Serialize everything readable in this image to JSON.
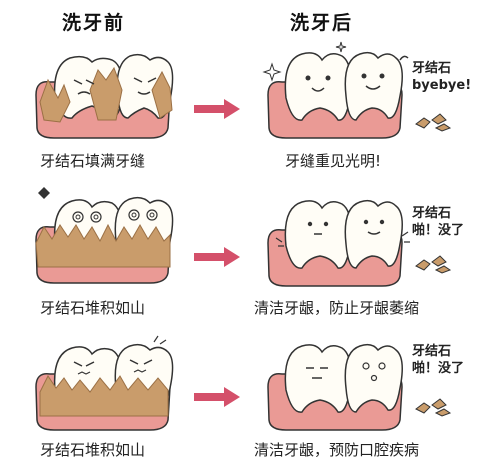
{
  "headers": {
    "before": "洗牙前",
    "after": "洗牙后"
  },
  "rows": [
    {
      "before_caption": "牙结石填满牙缝",
      "after_caption": "牙缝重见光明!",
      "after_bubble_line1": "牙结石",
      "after_bubble_line2": "byebye!"
    },
    {
      "before_caption": "牙结石堆积如山",
      "after_caption": "清洁牙龈，防止牙龈萎缩",
      "after_bubble_line1": "牙结石",
      "after_bubble_line2": "啪！没了"
    },
    {
      "before_caption": "牙结石堆积如山",
      "after_caption": "清洁牙龈，预防口腔疾病",
      "after_bubble_line1": "牙结石",
      "after_bubble_line2": "啪！没了"
    }
  ],
  "colors": {
    "gum": "#ea9a95",
    "gum_dark": "#d9746f",
    "tooth": "#fffdf6",
    "tartar": "#c99c6b",
    "tartar_dark": "#9b7045",
    "arrow": "#d4506a",
    "outline": "#333333"
  }
}
